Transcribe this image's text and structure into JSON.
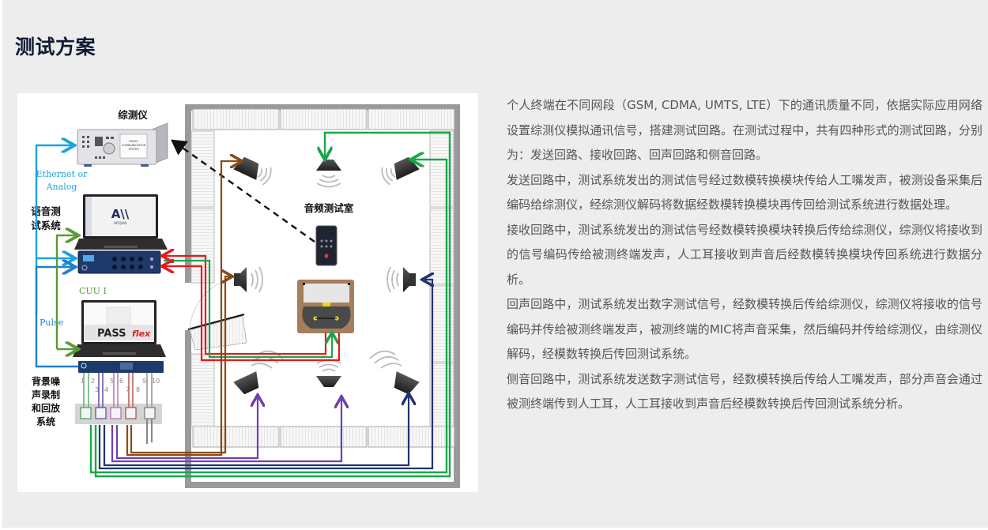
{
  "page": {
    "title": "测试方案"
  },
  "diagram": {
    "labels": {
      "analyzer": "综测仪",
      "speech_system": [
        "语音测",
        "试系统"
      ],
      "room": "音频测试室",
      "background_noise": [
        "背景噪",
        "声录制",
        "和回放",
        "系统"
      ],
      "ethernet": [
        "Ethernet or",
        "Analog"
      ],
      "cuu": "CUU I",
      "pulse": "Pulse",
      "acqua_logo": "A\\\\",
      "acqua_name": "ACQUA",
      "pass_brand": "PASS",
      "pass_flex": "flex",
      "analyzer_screen": [
        "RADIO",
        "COMMUNICATION",
        "TESTER"
      ],
      "channel_numbers": [
        "1",
        "2",
        "3",
        "4",
        "5",
        "6",
        "7",
        "8",
        "9",
        "10"
      ]
    },
    "colors": {
      "ethernet": "#1aa3e0",
      "pulse": "#1f7fd1",
      "cuu": "#5a9a36",
      "send_receive": "#e8181b",
      "green_line": "#17a84b",
      "brown_line": "#8a4a14",
      "purple_line": "#6f3fae",
      "navy_line": "#22356e"
    }
  },
  "description": {
    "paragraphs": [
      "个人终端在不同网段（GSM, CDMA, UMTS, LTE）下的通讯质量不同，依据实际应用网络设置综测仪模拟通讯信号，搭建测试回路。在测试过程中，共有四种形式的测试回路，分别为：发送回路、接收回路、回声回路和侧音回路。",
      "发送回路中，测试系统发出的测试信号经过数模转换模块传给人工嘴发声，被测设备采集后编码给综测仪，经综测仪解码将数据经数模转换模块再传回给测试系统进行数据处理。",
      "接收回路中，测试系统发出的测试信号经数模转换模块转换后传给综测仪，综测仪将接收到的信号编码传给被测终端发声，人工耳接收到声音后经数模转换模块传回系统进行数据分析。",
      "回声回路中，测试系统发出数字测试信号，经数模转换后传给综测仪，综测仪将接收的信号编码并传给被测终端发声，被测终端的MIC将声音采集，然后编码并传给综测仪，由综测仪解码，经模数转换后传回测试系统。",
      "侧音回路中，测试系统发送数字测试信号，经数模转换后传给人工嘴发声，部分声音会通过被测终端传到人工耳，人工耳接收到声音后经模数转换后传回测试系统分析。"
    ]
  }
}
